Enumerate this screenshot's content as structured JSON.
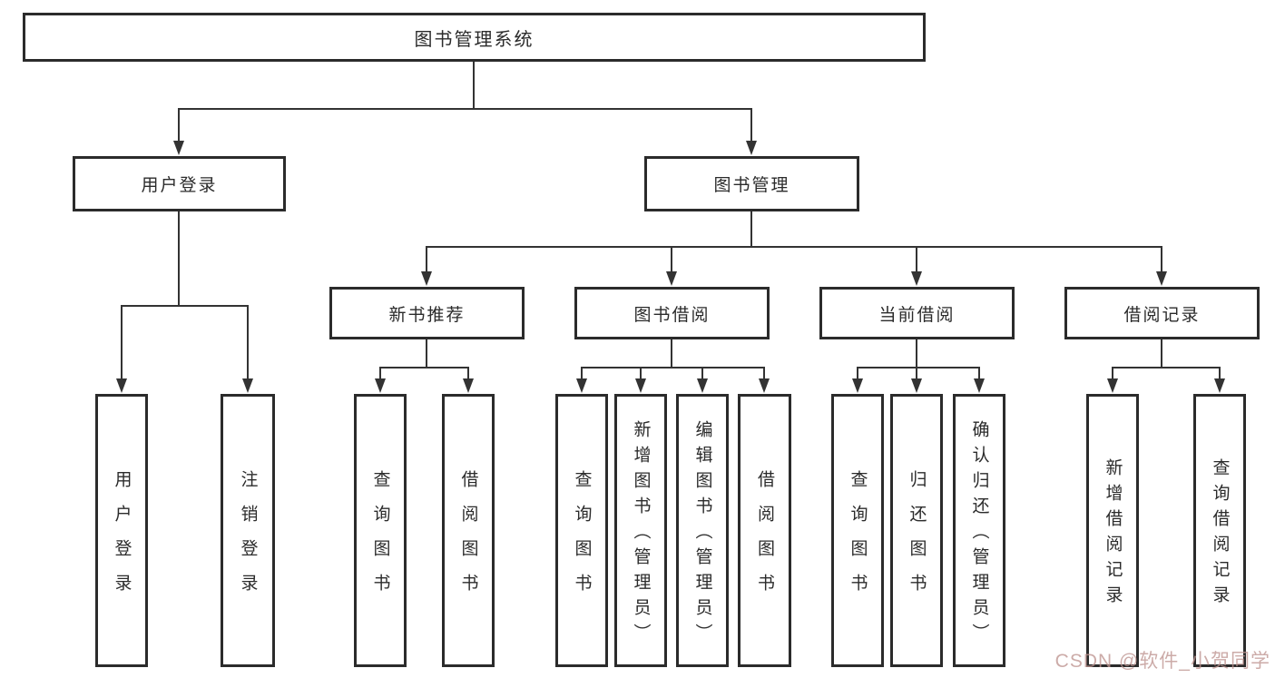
{
  "diagram": {
    "tree": {
      "label": "图书管理系统",
      "children": [
        {
          "label": "用户登录",
          "children": [
            {
              "label": "用户登录"
            },
            {
              "label": "注销登录"
            }
          ]
        },
        {
          "label": "图书管理",
          "children": [
            {
              "label": "新书推荐",
              "children": [
                {
                  "label": "查询图书"
                },
                {
                  "label": "借阅图书"
                }
              ]
            },
            {
              "label": "图书借阅",
              "children": [
                {
                  "label": "查询图书"
                },
                {
                  "label": "新增图书（管理员）"
                },
                {
                  "label": "编辑图书（管理员）"
                },
                {
                  "label": "借阅图书"
                }
              ]
            },
            {
              "label": "当前借阅",
              "children": [
                {
                  "label": "查询图书"
                },
                {
                  "label": "归还图书"
                },
                {
                  "label": "确认归还（管理员）"
                }
              ]
            },
            {
              "label": "借阅记录",
              "children": [
                {
                  "label": "新增借阅记录"
                },
                {
                  "label": "查询借阅记录"
                }
              ]
            }
          ]
        }
      ]
    },
    "colors": {
      "line": "#333333",
      "box_border": "#2b2b2b",
      "text": "#2b2b2b",
      "background": "#ffffff",
      "watermark": "#be948f"
    }
  },
  "watermark": {
    "text": "CSDN @软件_小贺同学"
  }
}
